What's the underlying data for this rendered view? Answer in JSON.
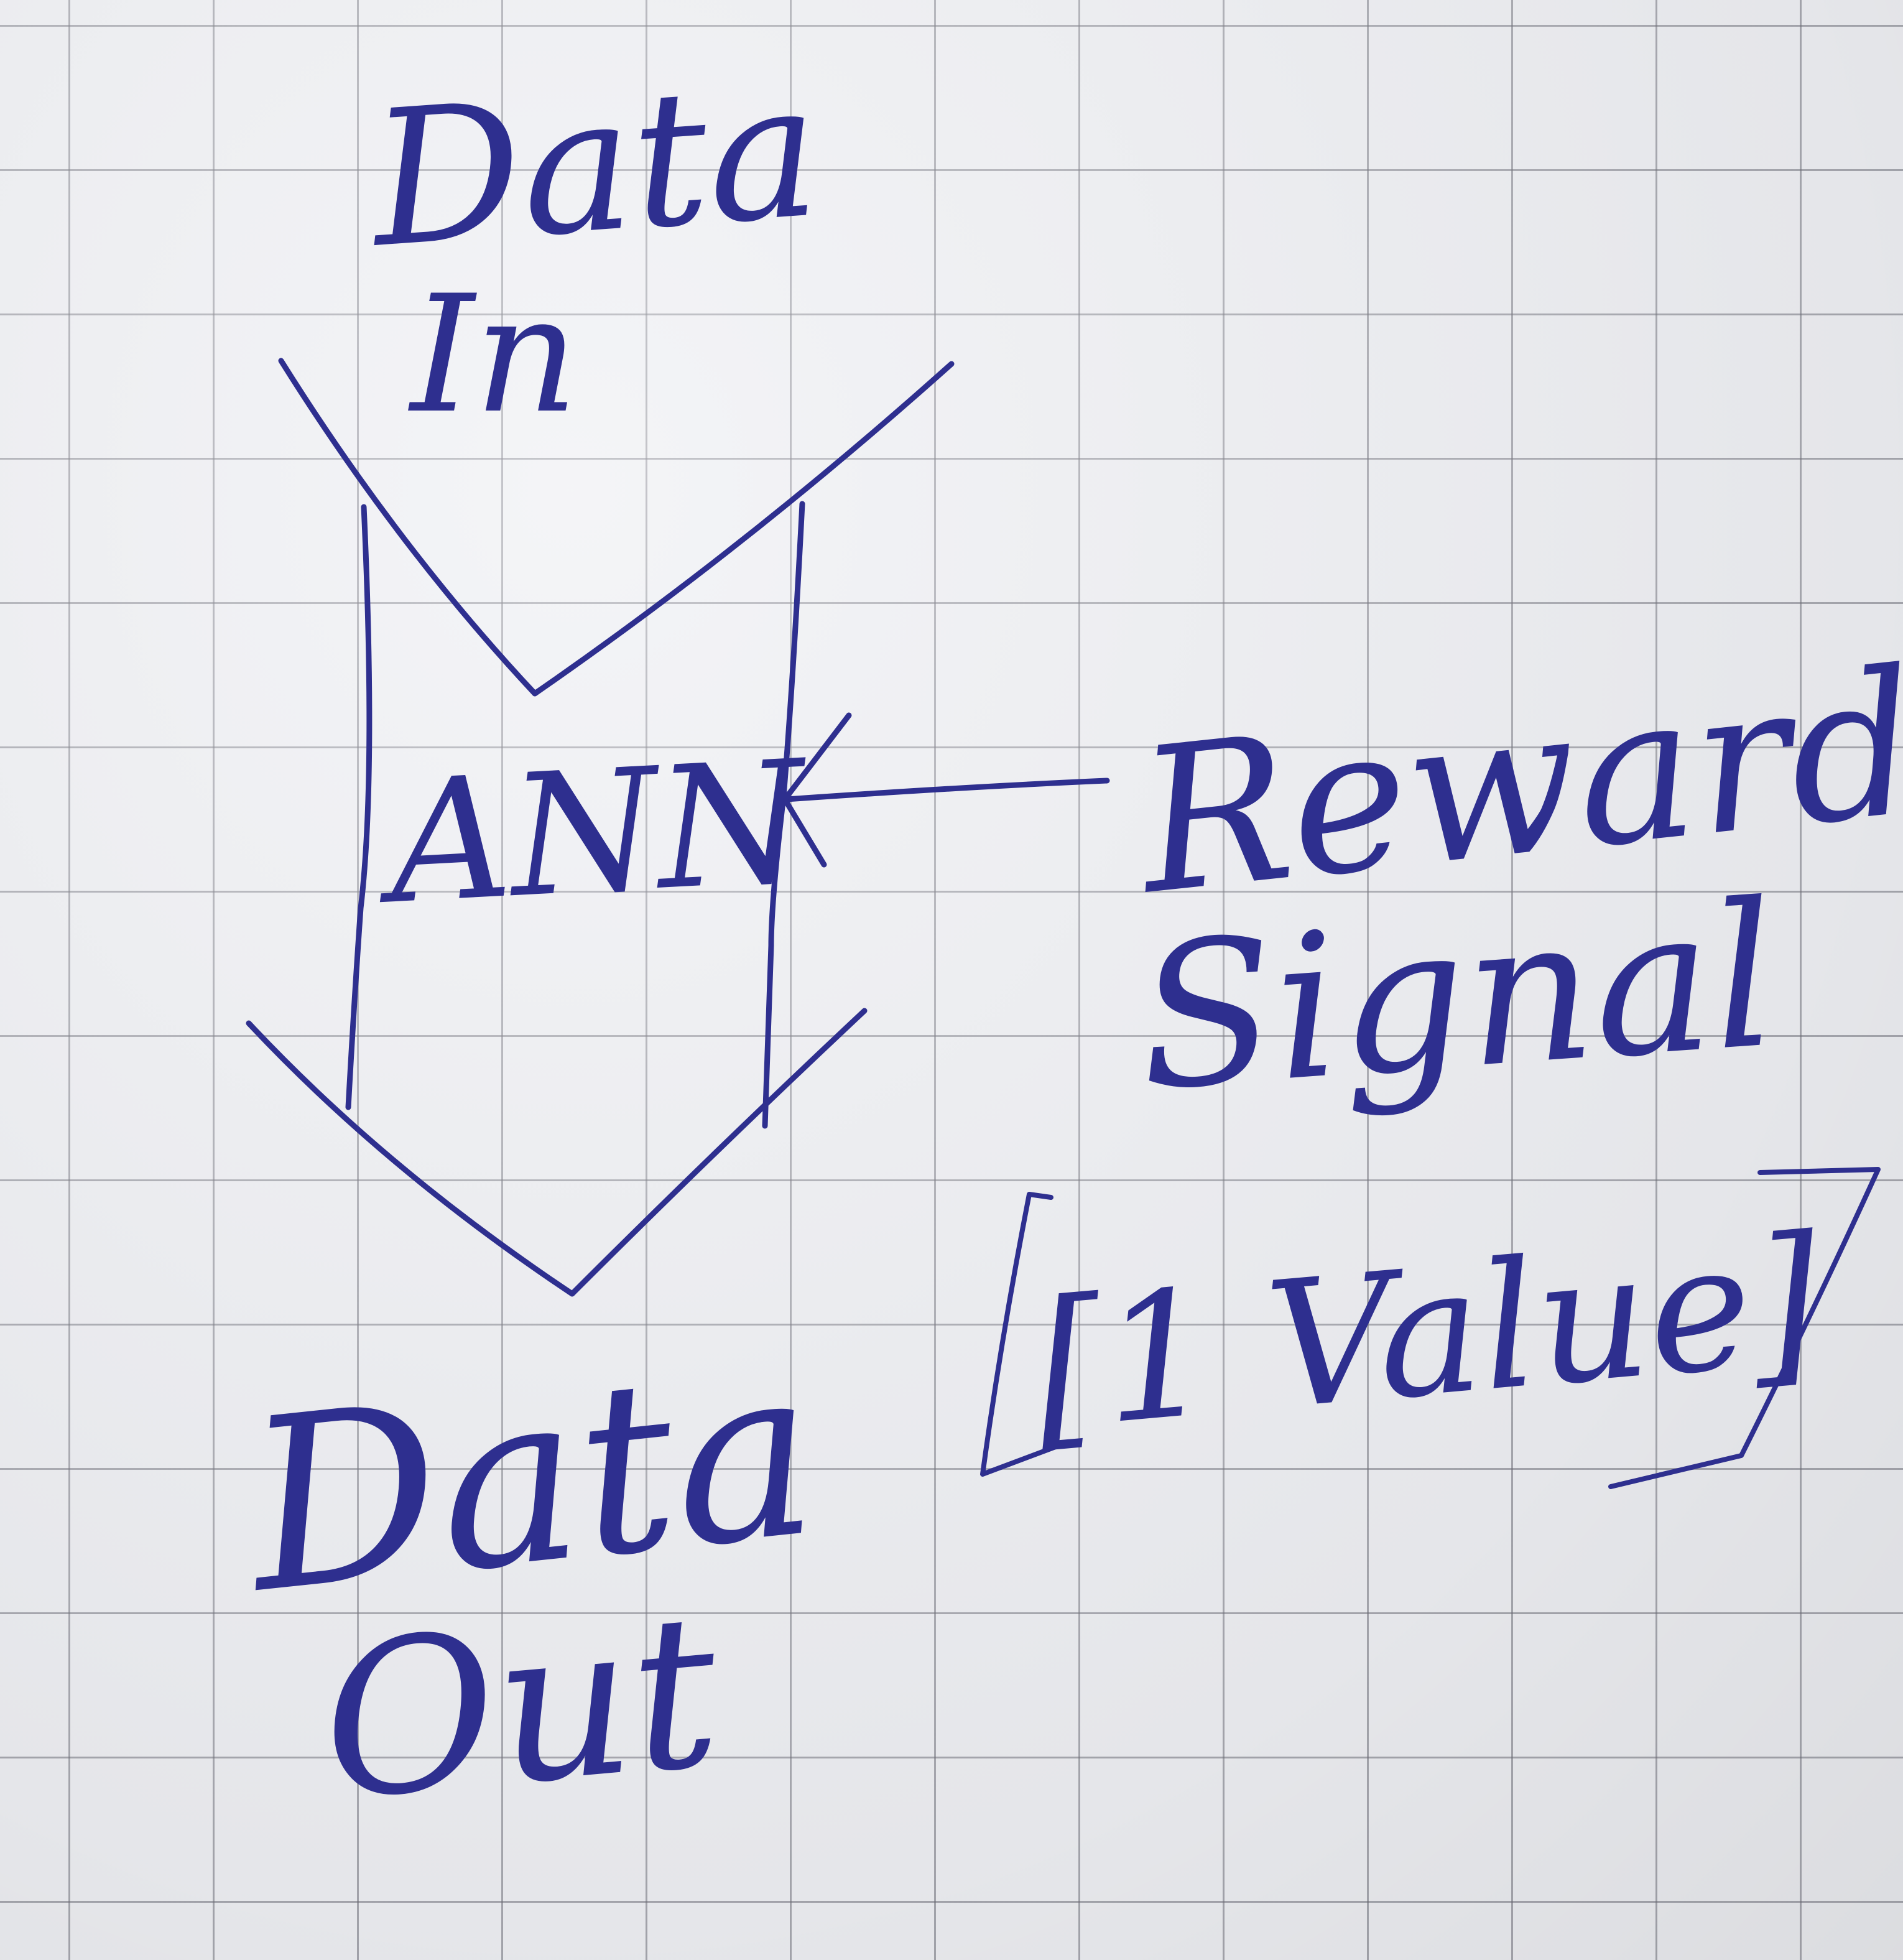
{
  "colors": {
    "ink": "#2e2f8f",
    "paper": "#eeeff3",
    "grid": "#7a7a84"
  },
  "diagram": {
    "input_label_line1": "Data",
    "input_label_line2": "In",
    "node_label": "ANN",
    "reward_label_line1": "Reward",
    "reward_label_line2": "Signal",
    "reward_label_line3": "[1 Value]",
    "output_label_line1": "Data",
    "output_label_line2": "Out"
  }
}
